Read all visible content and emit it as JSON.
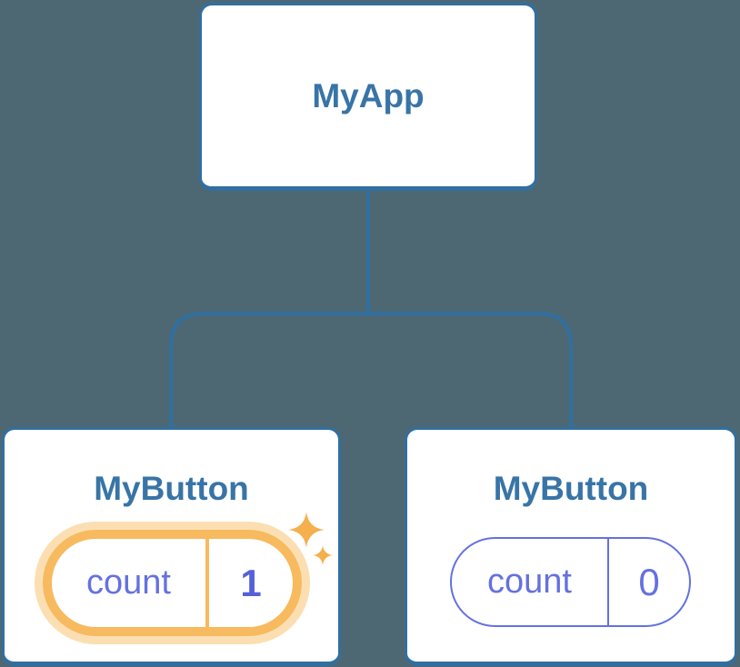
{
  "diagram": {
    "description": "React component tree with isolated state",
    "colors": {
      "bg": "#4D6873",
      "node_border": "#316FA1",
      "node_title": "#3874A6",
      "connector": "#316FA1",
      "state_text": "#6571E0",
      "state_border": "#6571E0",
      "highlight_orange": "#F7BA5F",
      "highlight_glow": "#FBDFB2",
      "sparkle": "#F5AF4D",
      "value_highlight_text": "#5560D8"
    },
    "root": {
      "title": "MyApp"
    },
    "children": [
      {
        "title": "MyButton",
        "highlighted": true,
        "state": {
          "label": "count",
          "value": "1"
        }
      },
      {
        "title": "MyButton",
        "highlighted": false,
        "state": {
          "label": "count",
          "value": "0"
        }
      }
    ]
  }
}
